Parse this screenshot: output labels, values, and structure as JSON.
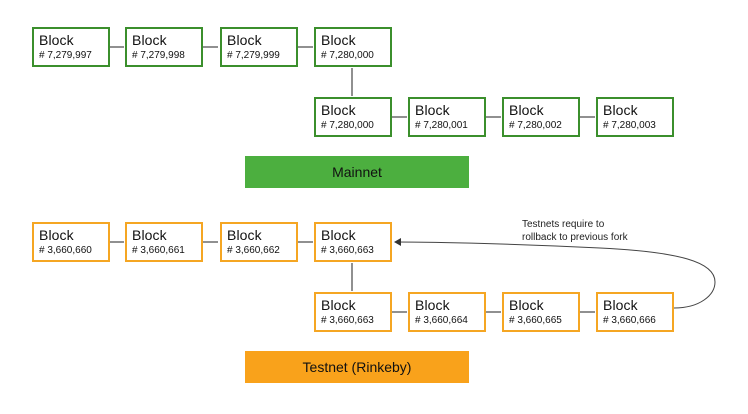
{
  "mainnet": {
    "label": "Mainnet",
    "color": "#4caf3f",
    "border_color": "#3b8f2c",
    "chain": [
      {
        "title": "Block",
        "number": "# 7,279,997"
      },
      {
        "title": "Block",
        "number": "# 7,279,998"
      },
      {
        "title": "Block",
        "number": "# 7,279,999"
      },
      {
        "title": "Block",
        "number": "# 7,280,000"
      }
    ],
    "fork": [
      {
        "title": "Block",
        "number": "# 7,280,000"
      },
      {
        "title": "Block",
        "number": "# 7,280,001"
      },
      {
        "title": "Block",
        "number": "# 7,280,002"
      },
      {
        "title": "Block",
        "number": "# 7,280,003"
      }
    ]
  },
  "testnet": {
    "label": "Testnet (Rinkeby)",
    "color": "#f9a21b",
    "border_color": "#f5a623",
    "chain": [
      {
        "title": "Block",
        "number": "# 3,660,660"
      },
      {
        "title": "Block",
        "number": "# 3,660,661"
      },
      {
        "title": "Block",
        "number": "# 3,660,662"
      },
      {
        "title": "Block",
        "number": "# 3,660,663"
      }
    ],
    "fork": [
      {
        "title": "Block",
        "number": "# 3,660,663"
      },
      {
        "title": "Block",
        "number": "# 3,660,664"
      },
      {
        "title": "Block",
        "number": "# 3,660,665"
      },
      {
        "title": "Block",
        "number": "# 3,660,666"
      }
    ]
  },
  "annotation": {
    "line1": "Testnets require to",
    "line2": "rollback to previous fork"
  }
}
